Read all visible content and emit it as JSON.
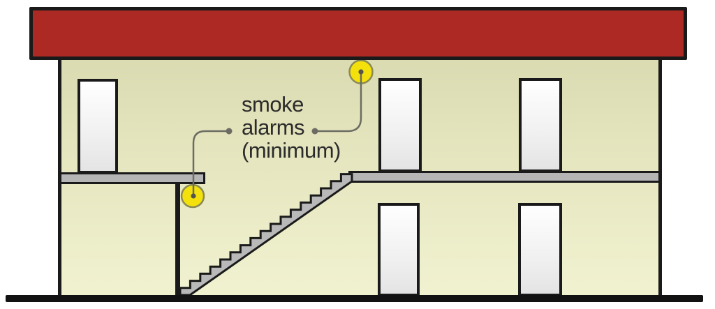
{
  "description": "Cross-section diagram of a two-storey house showing minimum smoke alarm locations",
  "label": {
    "line1": "smoke",
    "line2": "alarms",
    "line3": "(minimum)",
    "full_text": "smoke alarms (minimum)"
  },
  "alarms": [
    {
      "name": "smoke-alarm-upper-floor-ceiling",
      "marker": "yellow-circle"
    },
    {
      "name": "smoke-alarm-ground-floor-ceiling",
      "marker": "yellow-circle"
    }
  ],
  "colors": {
    "roof_red": "#ad2a24",
    "wall_dark": "#dbdbb2",
    "wall_light": "#f1f2d0",
    "slab_gray": "#b5b5b5",
    "stair_gray": "#b9b9b9",
    "alarm_yellow": "#f4e10b",
    "alarm_ring": "#8a8a55",
    "alarm_dot": "#55554c",
    "leader_gray": "#6c6c63",
    "outline_black": "#1a1a1a",
    "text_color": "#2b2b2b",
    "ground_black": "#121212"
  }
}
